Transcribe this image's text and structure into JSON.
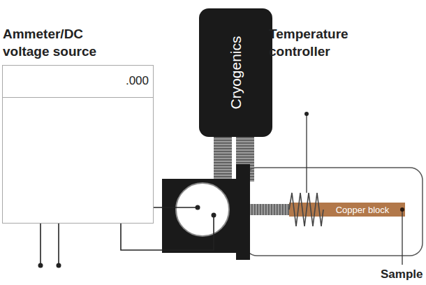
{
  "diagram": {
    "nodes": [
      {
        "text": [
          "Ammeter/DC voltage source",
          ".000"
        ]
      },
      {
        "text": [
          "Cryogenics"
        ]
      },
      {
        "text": [
          "Copper block"
        ]
      }
    ],
    "labels": [
      "Temperature controller",
      "Sample"
    ]
  }
}
